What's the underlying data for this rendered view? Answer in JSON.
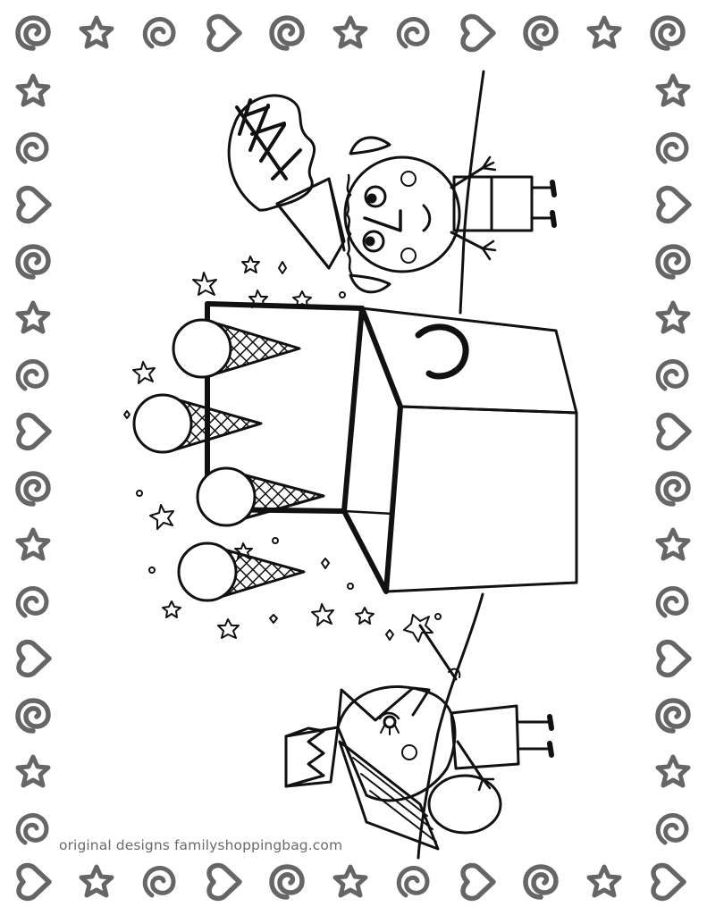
{
  "page": {
    "type": "coloring-page",
    "background_color": "#ffffff",
    "line_color": "#111111",
    "border_icon_color": "#666666"
  },
  "border": {
    "icon_sequence": [
      "spiral-thick-icon",
      "star-icon",
      "spiral-thin-icon",
      "heart-icon"
    ],
    "top_row": [
      "spiral-thick-icon",
      "star-icon",
      "spiral-thin-icon",
      "heart-icon",
      "spiral-thick-icon",
      "star-icon",
      "spiral-thin-icon",
      "heart-icon",
      "spiral-thick-icon",
      "star-icon",
      "spiral-thick-icon"
    ],
    "bottom_row": [
      "heart-icon",
      "star-icon",
      "spiral-thin-icon",
      "heart-icon",
      "spiral-thick-icon",
      "star-icon",
      "spiral-thin-icon",
      "heart-icon",
      "spiral-thick-icon",
      "star-icon",
      "heart-icon"
    ],
    "left_column": [
      "star-icon",
      "spiral-thin-icon",
      "heart-icon",
      "spiral-thick-icon",
      "star-icon",
      "spiral-thin-icon",
      "heart-icon",
      "spiral-thick-icon",
      "star-icon",
      "spiral-thin-icon",
      "heart-icon",
      "spiral-thick-icon",
      "star-icon",
      "spiral-thin-icon"
    ],
    "right_column": [
      "star-icon",
      "spiral-thin-icon",
      "heart-icon",
      "spiral-thick-icon",
      "star-icon",
      "spiral-thin-icon",
      "heart-icon",
      "spiral-thick-icon",
      "star-icon",
      "spiral-thin-icon",
      "heart-icon",
      "spiral-thick-icon",
      "star-icon",
      "spiral-thin-icon"
    ]
  },
  "illustration": {
    "orientation": "rotated-90-degrees",
    "elements": [
      "elf-boy-with-leaf-hat",
      "fairy-princess-with-crown-and-wand",
      "large-box-with-handle",
      "ice-cream-cones",
      "sparkle-stars"
    ],
    "ice_cream_cone_count": 4
  },
  "caption": {
    "text": "original designs familyshoppingbag.com"
  }
}
